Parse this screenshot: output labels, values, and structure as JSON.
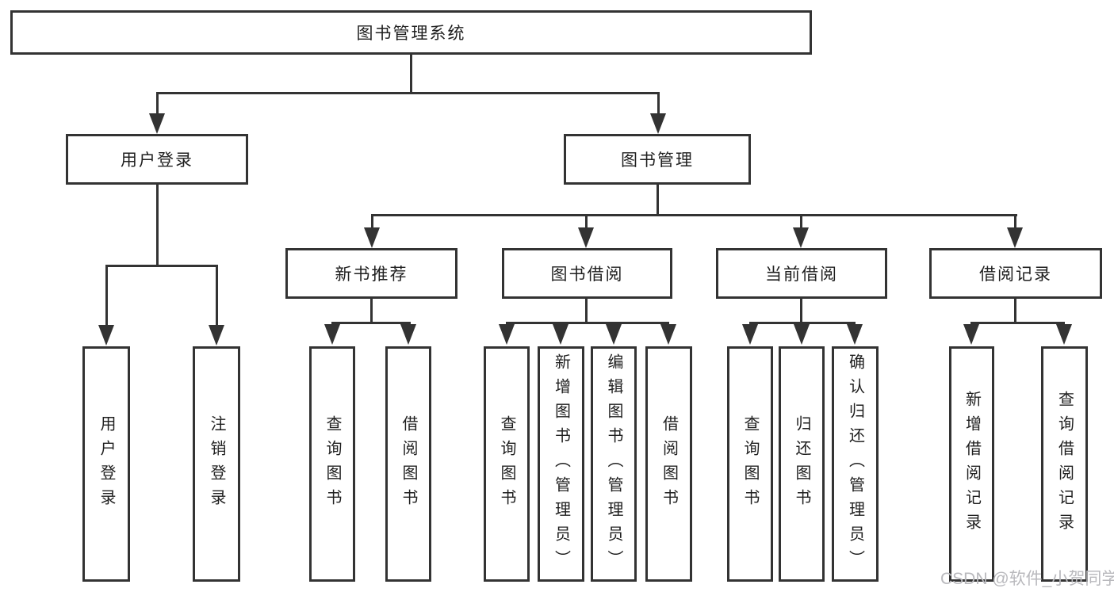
{
  "diagram": {
    "root": {
      "label": "图书管理系统"
    },
    "branches": [
      {
        "label": "用户登录",
        "children": [
          {
            "label": "用户登录"
          },
          {
            "label": "注销登录"
          }
        ]
      },
      {
        "label": "图书管理",
        "groups": [
          {
            "label": "新书推荐",
            "children": [
              {
                "label": "查询图书"
              },
              {
                "label": "借阅图书"
              }
            ]
          },
          {
            "label": "图书借阅",
            "children": [
              {
                "label": "查询图书"
              },
              {
                "label": "新增图书（管理员）"
              },
              {
                "label": "编辑图书（管理员）"
              },
              {
                "label": "借阅图书"
              }
            ]
          },
          {
            "label": "当前借阅",
            "children": [
              {
                "label": "查询图书"
              },
              {
                "label": "归还图书"
              },
              {
                "label": "确认归还（管理员）"
              }
            ]
          },
          {
            "label": "借阅记录",
            "children": [
              {
                "label": "新增借阅记录"
              },
              {
                "label": "查询借阅记录"
              }
            ]
          }
        ]
      }
    ]
  },
  "watermark": {
    "text": "CSDN @软件_小贺同学"
  },
  "colors": {
    "line": "#333333",
    "box_border": "#333333",
    "text": "#1f1f1f",
    "watermark": "#b9b9bd",
    "background": "#ffffff"
  }
}
